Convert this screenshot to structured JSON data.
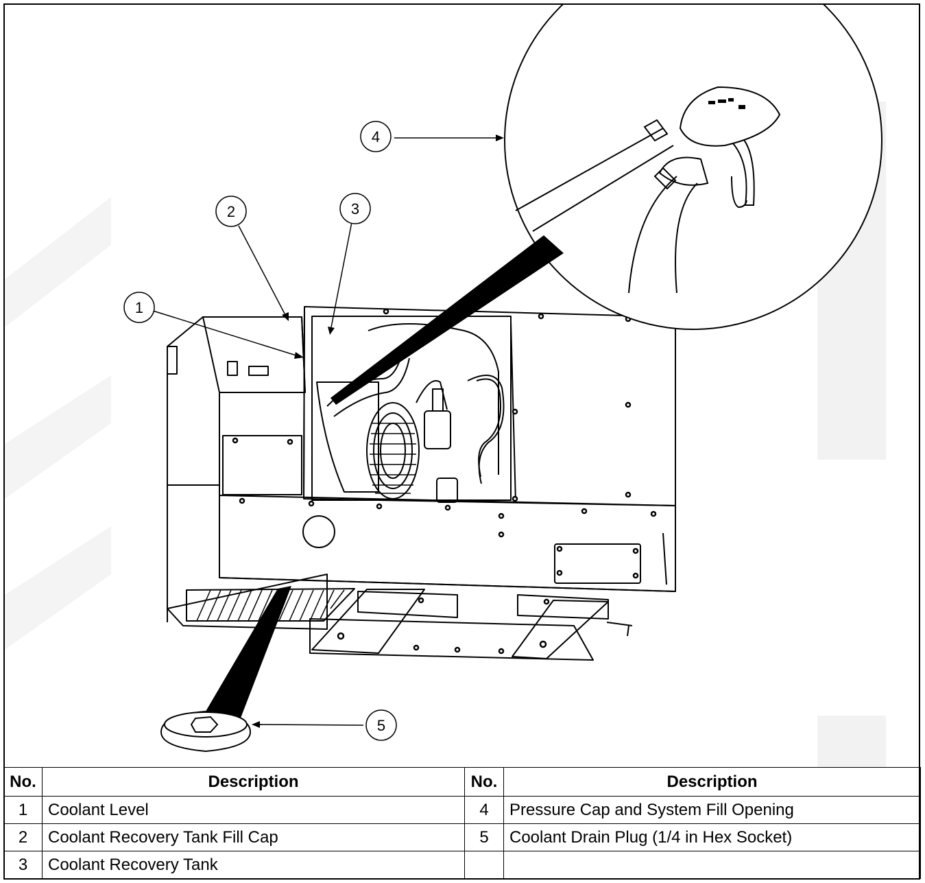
{
  "callouts": [
    {
      "number": "1",
      "description": "Coolant Level"
    },
    {
      "number": "2",
      "description": "Coolant Recovery Tank Fill Cap"
    },
    {
      "number": "3",
      "description": "Coolant Recovery Tank"
    },
    {
      "number": "4",
      "description": "Pressure Cap and System Fill Opening"
    },
    {
      "number": "5",
      "description": "Coolant Drain Plug (1/4 in Hex Socket)"
    }
  ],
  "table": {
    "headers": [
      "No.",
      "Description",
      "No.",
      "Description"
    ],
    "rows": [
      [
        "1",
        "Coolant Level",
        "4",
        "Pressure Cap and System Fill Opening"
      ],
      [
        "2",
        "Coolant Recovery Tank Fill Cap",
        "5",
        "Coolant Drain Plug (1/4 in Hex Socket)"
      ],
      [
        "3",
        "Coolant Recovery Tank",
        "",
        ""
      ]
    ]
  },
  "colors": {
    "line": "#000000",
    "shading": "#f2f2f2",
    "background": "#ffffff"
  }
}
